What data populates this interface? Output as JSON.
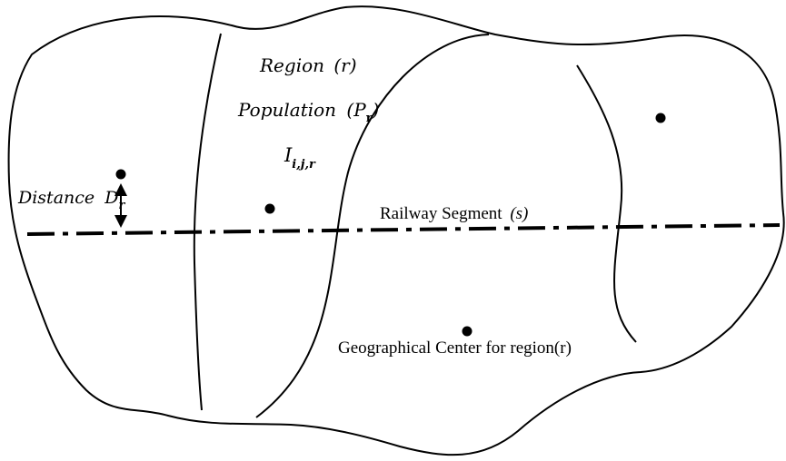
{
  "labels": {
    "region_name": "Region",
    "region_var": "(r)",
    "population_name": "Population",
    "population_open": "(",
    "population_var": "P",
    "population_sub": "r",
    "population_close": ")",
    "index_var": "I",
    "index_sub": "i,j,r",
    "distance_name": "Distance",
    "distance_var": "D",
    "distance_sub": "r",
    "railway_label": "Railway Segment",
    "railway_var": "(s)",
    "center_label": "Geographical Center for region(r)"
  },
  "colors": {
    "stroke": "#000000",
    "background": "#ffffff"
  }
}
